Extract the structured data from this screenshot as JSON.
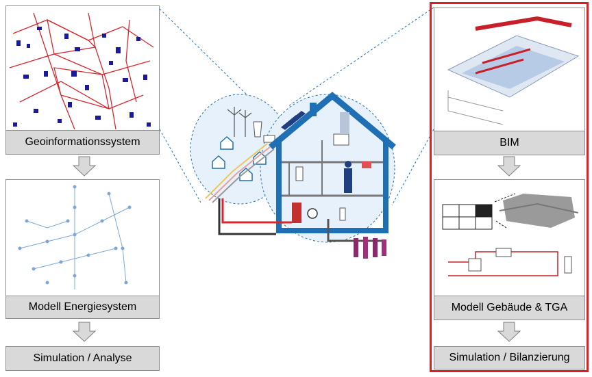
{
  "left_column": {
    "gis_label": "Geoinformationssystem",
    "energy_model_label": "Modell Energiesystem",
    "analysis_label": "Simulation / Analyse"
  },
  "right_column": {
    "bim_label": "BIM",
    "building_model_label": "Modell Gebäude & TGA",
    "balancing_label": "Simulation / Bilanzierung"
  },
  "colors": {
    "highlight": "#e31b23",
    "box_fill": "#d9d9d9",
    "house_blue": "#1f6fb5",
    "map_red": "#d9262c",
    "map_blue": "#1a1a9e",
    "network_blue": "#7aa7d6"
  }
}
